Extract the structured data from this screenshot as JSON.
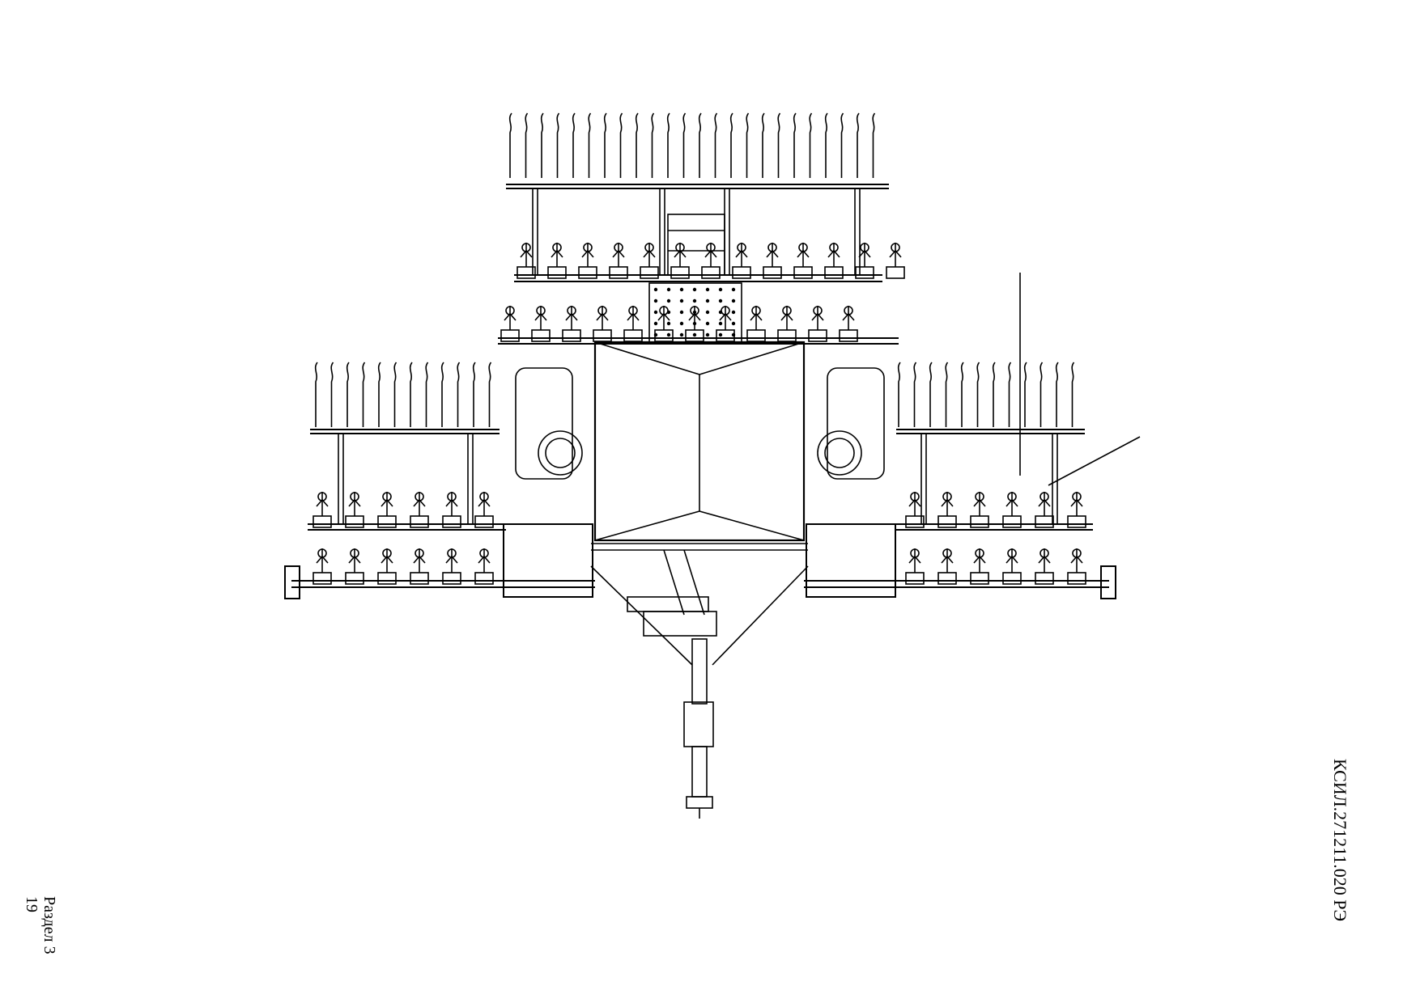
{
  "document": {
    "code": "КСИЛ.271211.020 РЭ",
    "section_label": "Раздел 3",
    "page_number": "19"
  },
  "colors": {
    "line": "#000000",
    "background": "#ffffff"
  }
}
